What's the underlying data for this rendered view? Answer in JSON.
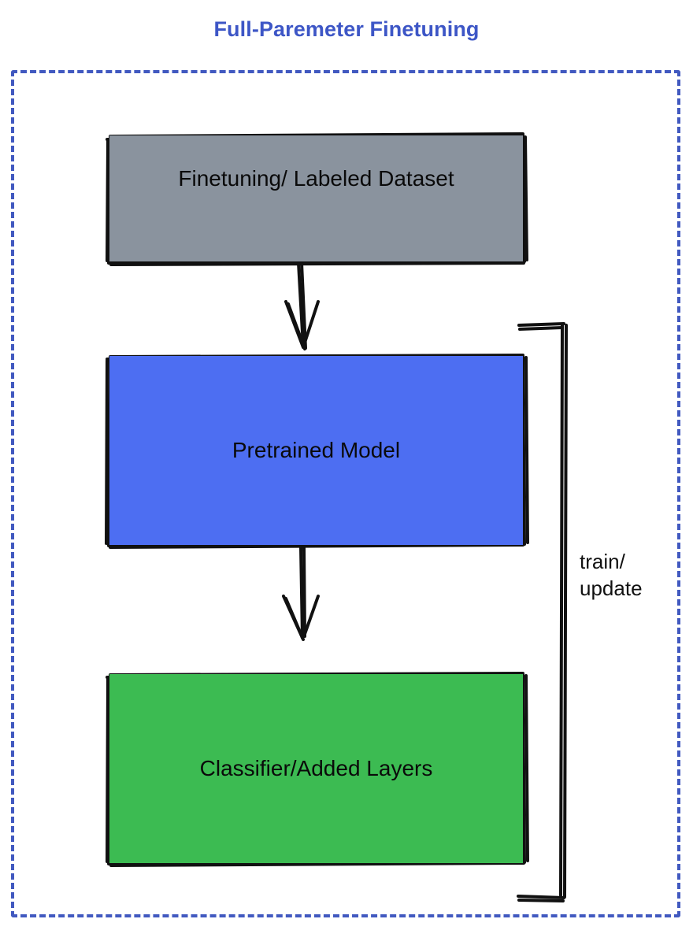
{
  "title": "Full-Paremeter Finetuning",
  "colors": {
    "title_text": "#3d56c6",
    "frame_border": "#4159c0",
    "dataset_fill": "#8a939e",
    "pretrained_fill": "#4d6ef2",
    "classifier_fill": "#3cbb52",
    "stroke": "#111111",
    "label_text": "#0a0a0a",
    "background": "#ffffff"
  },
  "frame": {
    "style": "dashed",
    "name": "full-parameter-finetuning-group"
  },
  "nodes": [
    {
      "id": "dataset",
      "label": "Finetuning/ Labeled Dataset",
      "fill": "#8a939e",
      "shape": "rectangle"
    },
    {
      "id": "pretrained",
      "label": "Pretrained Model",
      "fill": "#4d6ef2",
      "shape": "rectangle"
    },
    {
      "id": "classifier",
      "label": "Classifier/Added Layers",
      "fill": "#3cbb52",
      "shape": "rectangle"
    }
  ],
  "edges": [
    {
      "id": "dataset-to-pretrained",
      "from": "dataset",
      "to": "pretrained",
      "label": "",
      "arrow": "down"
    },
    {
      "id": "pretrained-to-classifier",
      "from": "pretrained",
      "to": "classifier",
      "label": "",
      "arrow": "down"
    },
    {
      "id": "classifier-to-pretrained-loop",
      "from": "classifier",
      "to": "pretrained",
      "label": "train/\nupdate",
      "arrow": "none"
    }
  ],
  "edge_labels": {
    "loop": "train/\nupdate"
  }
}
